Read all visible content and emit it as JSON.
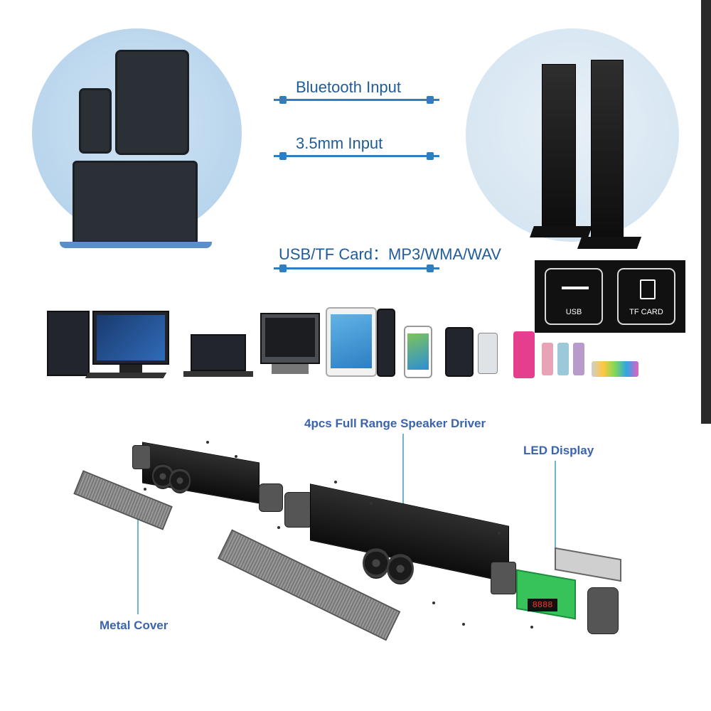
{
  "inputs": {
    "bluetooth": "Bluetooth Input",
    "aux": "3.5mm Input",
    "usb_tf": "USB/TF Card：MP3/WMA/WAV"
  },
  "ports": {
    "usb": "USB",
    "tf": "TF CARD"
  },
  "callouts": {
    "drivers": "4pcs Full Range Speaker Driver",
    "led": "LED Display",
    "cover": "Metal Cover"
  },
  "led_digits": "8888",
  "colors": {
    "accent": "#1f5c99",
    "callout": "#3a63b0",
    "leader": "#6ab7c9",
    "pcb": "#38c25a"
  }
}
